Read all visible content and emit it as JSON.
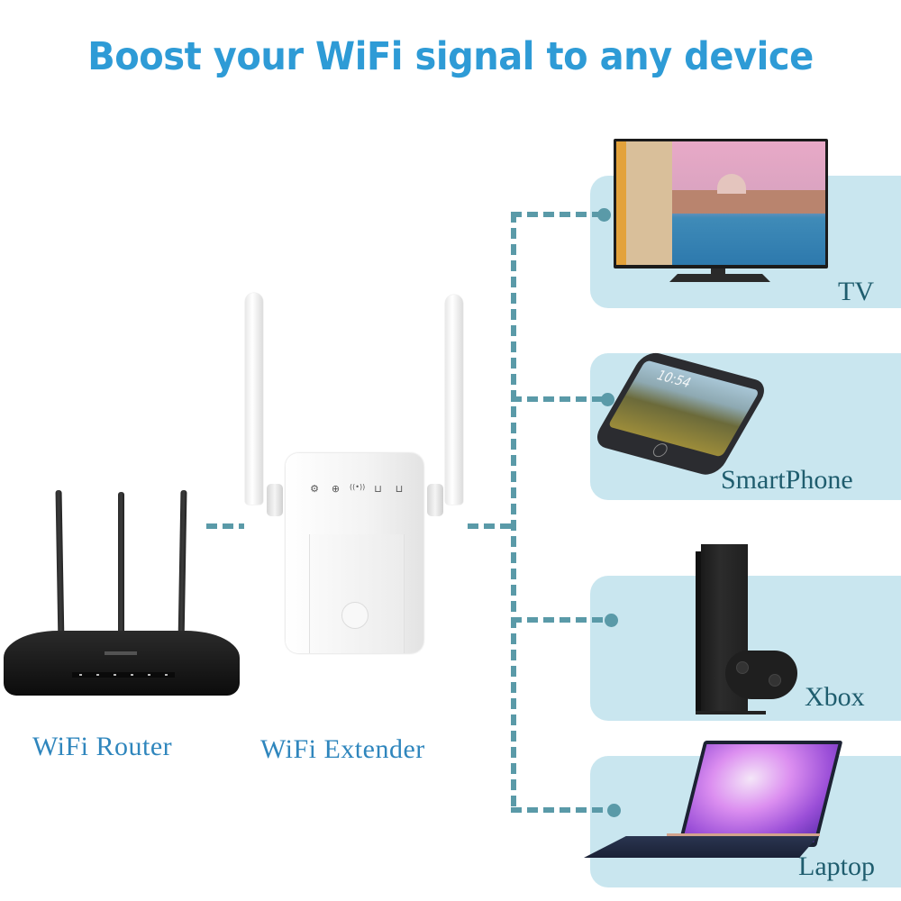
{
  "header": {
    "title": "Boost your WiFi signal to any device",
    "title_color": "#2e9bd6"
  },
  "source": {
    "router_label": "WiFi Router",
    "extender_label": "WiFi Extender",
    "label_color": "#2f86bd",
    "extender_indicator_icons": [
      "power-gear-icon",
      "internet-globe-icon",
      "wifi-signal-icon",
      "lan-port-icon",
      "lan-port-icon"
    ],
    "extender_indicator_glyphs": [
      "⚙",
      "⊕",
      "((•))",
      "⊔",
      "⊔"
    ]
  },
  "devices": [
    {
      "label": "TV",
      "icon": "tv-icon"
    },
    {
      "label": "SmartPhone",
      "icon": "smartphone-icon",
      "screen_time": "10:54"
    },
    {
      "label": "Xbox",
      "icon": "game-console-icon"
    },
    {
      "label": "Laptop",
      "icon": "laptop-icon"
    }
  ],
  "colors": {
    "panel_bg": "#c9e6ef",
    "connector": "#5a9aa8",
    "device_label": "#1f5d6e"
  }
}
